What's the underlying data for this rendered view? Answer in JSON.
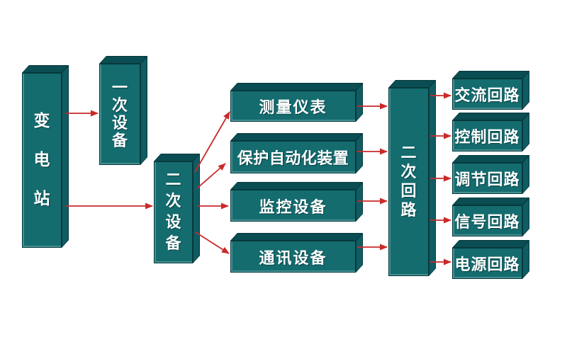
{
  "colors": {
    "bg": "#ffffff",
    "box_front": "#146c6f",
    "box_top": "#0a4d52",
    "box_side": "#105c63",
    "box_border": "#06393c",
    "arrow": "#c92a2a",
    "label": "#ffffff"
  },
  "nodes": {
    "substation": {
      "label": "变电站"
    },
    "primary_equipment": {
      "label": "一次设备"
    },
    "secondary_equipment": {
      "label": "二次设备"
    },
    "measuring_instruments": {
      "label": "测量仪表"
    },
    "protection_automation": {
      "label": "保护自动化装置"
    },
    "monitoring_equipment": {
      "label": "监控设备"
    },
    "communication_equipment": {
      "label": "通讯设备"
    },
    "secondary_circuit": {
      "label": "二次回路"
    },
    "ac_circuit": {
      "label": "交流回路"
    },
    "control_circuit": {
      "label": "控制回路"
    },
    "regulation_circuit": {
      "label": "调节回路"
    },
    "signal_circuit": {
      "label": "信号回路"
    },
    "power_circuit": {
      "label": "电源回路"
    }
  },
  "edges": [
    {
      "from": "变电站",
      "to": "一次设备"
    },
    {
      "from": "变电站",
      "to": "二次设备"
    },
    {
      "from": "二次设备",
      "to": "测量仪表"
    },
    {
      "from": "二次设备",
      "to": "保护自动化装置"
    },
    {
      "from": "二次设备",
      "to": "监控设备"
    },
    {
      "from": "二次设备",
      "to": "通讯设备"
    },
    {
      "from": "测量仪表",
      "to": "二次回路"
    },
    {
      "from": "保护自动化装置",
      "to": "二次回路"
    },
    {
      "from": "监控设备",
      "to": "二次回路"
    },
    {
      "from": "通讯设备",
      "to": "二次回路"
    },
    {
      "from": "二次回路",
      "to": "交流回路"
    },
    {
      "from": "二次回路",
      "to": "控制回路"
    },
    {
      "from": "二次回路",
      "to": "调节回路"
    },
    {
      "from": "二次回路",
      "to": "信号回路"
    },
    {
      "from": "二次回路",
      "to": "电源回路"
    }
  ]
}
